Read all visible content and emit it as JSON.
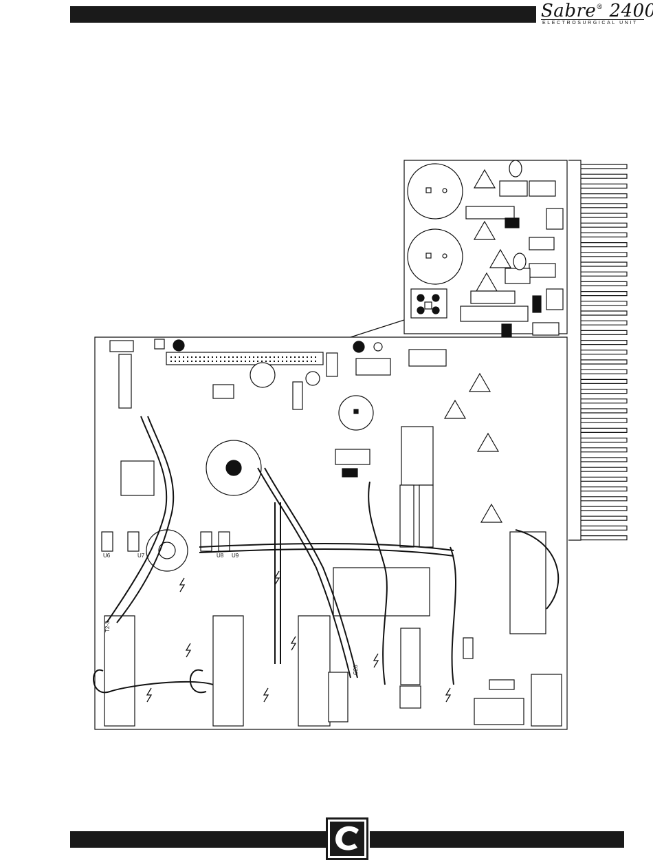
{
  "header": {
    "brand_name": "Sabre",
    "brand_mark": "®",
    "brand_model": "2400",
    "brand_subtitle": "ELECTROSURGICAL UNIT"
  },
  "diagram": {
    "labels": {
      "u6": "U6",
      "u7": "U7",
      "u8": "U8",
      "u9": "U9",
      "t23": "T2-3",
      "c28": "C28"
    }
  },
  "footer": {
    "logo_icon": "conmed-c-logo-icon"
  }
}
